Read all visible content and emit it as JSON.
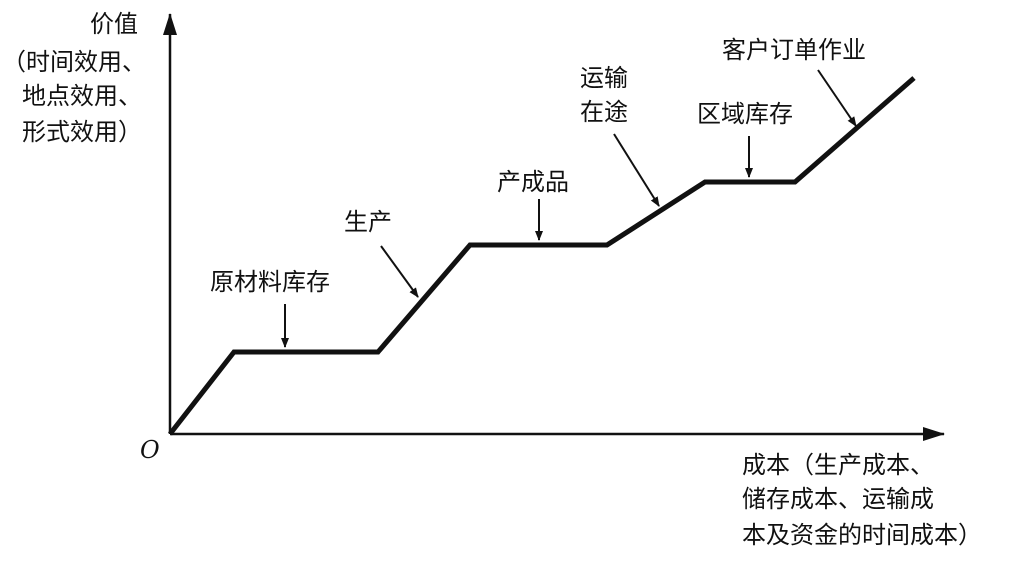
{
  "diagram": {
    "y_axis_label": [
      "价值",
      "（时间效用、",
      "地点效用、",
      "形式效用）"
    ],
    "x_axis_label": [
      "成本（生产成本、",
      "储存成本、运输成",
      "本及资金的时间成本）"
    ],
    "origin": "O",
    "stages": [
      {
        "label": "原材料库存"
      },
      {
        "label": "生产"
      },
      {
        "label": "产成品"
      },
      {
        "label": "运输",
        "label2": "在途"
      },
      {
        "label": "区域库存"
      },
      {
        "label": "客户订单作业"
      }
    ]
  }
}
